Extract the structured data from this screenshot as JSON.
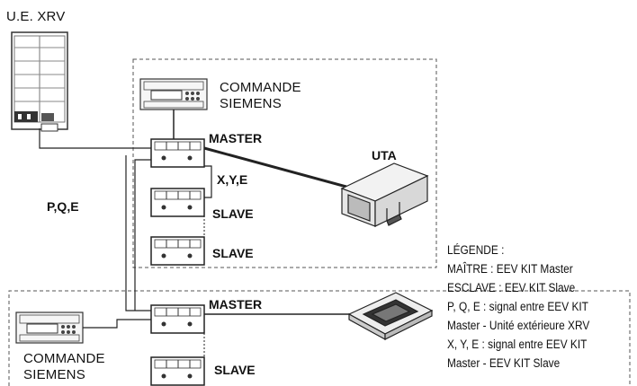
{
  "labels": {
    "outdoor_unit": "U.E. XRV",
    "controller_top": [
      "COMMANDE",
      "SIEMENS"
    ],
    "controller_bottom": [
      "COMMANDE",
      "SIEMENS"
    ],
    "master_top": "MASTER",
    "master_bottom": "MASTER",
    "slave_1": "SLAVE",
    "slave_2": "SLAVE",
    "slave_3": "SLAVE",
    "xye": "X,Y,E",
    "pqe": "P,Q,E",
    "uta": "UTA"
  },
  "legend": {
    "title": "LÉGENDE :",
    "items": [
      "MAÎTRE : EEV KIT Master",
      "ESCLAVE : EEV KIT Slave",
      "P, Q, E : signal entre EEV KIT",
      "Master - Unité extérieure XRV",
      "X, Y, E : signal entre EEV KIT",
      "Master - EEV KIT Slave"
    ]
  }
}
